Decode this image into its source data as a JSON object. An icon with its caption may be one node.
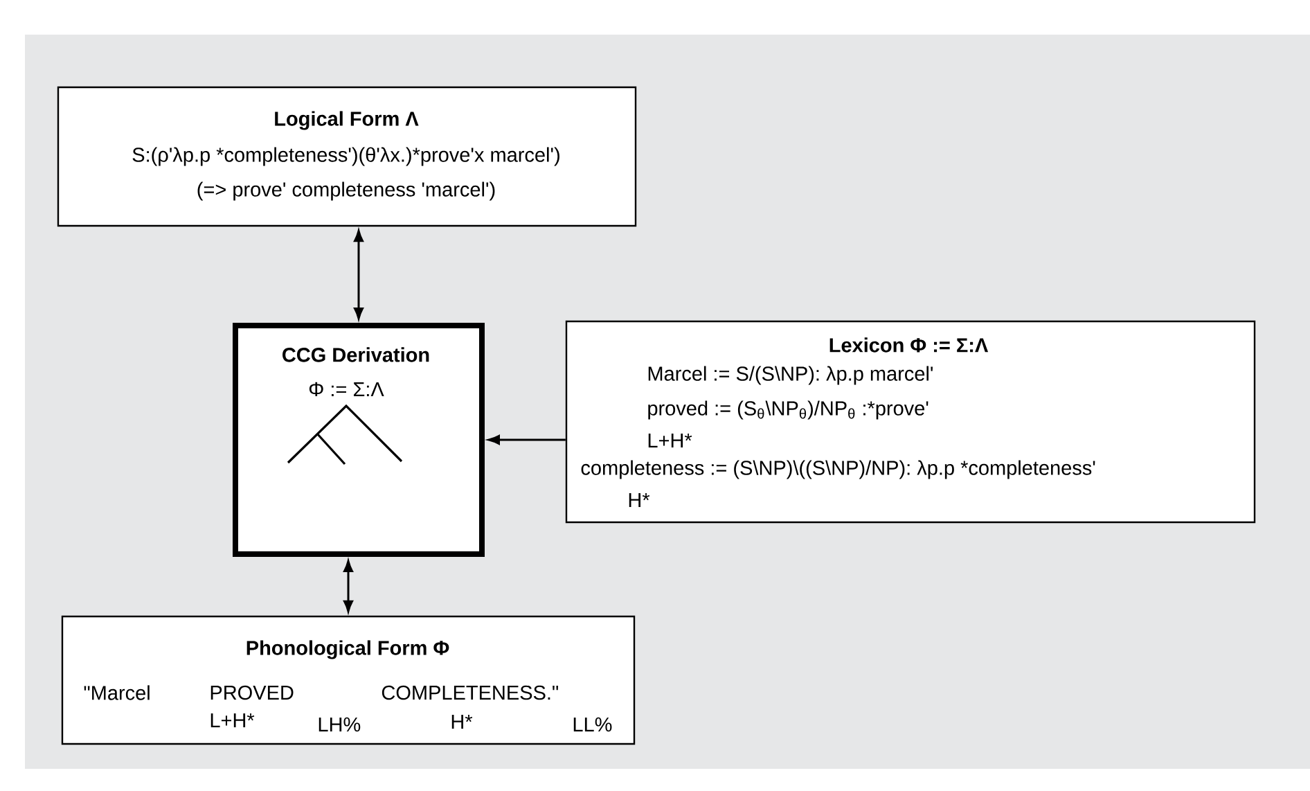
{
  "diagram": {
    "nodes": [
      {
        "text": [
          "Logical Form Λ",
          "S:(ρ'λp.p *completeness')(θ'λx.)*prove'x marcel')",
          "(=> prove' completeness 'marcel')"
        ]
      },
      {
        "text": [
          "CCG Derivation",
          "Φ := Σ:Λ"
        ]
      },
      {
        "text": [
          "Lexicon Φ := Σ:Λ",
          "Marcel := S/(S\\NP): λp.p marcel'",
          "proved := (S$_{θ}$\\NP$_{θ}$)/NP$_{θ}$ :*prove'",
          "L+H*",
          "completeness := (S\\NP)\\((S\\NP)/NP): λp.p *completeness'",
          "H*"
        ]
      },
      {
        "text": [
          "Phonological Form Φ",
          "\"Marcel",
          "PROVED",
          "COMPLETENESS.\"",
          "L+H*",
          "LH%",
          "H*",
          "LL%"
        ]
      }
    ],
    "edges": [
      {
        "from": 0,
        "to": 1,
        "arrow": "both"
      },
      {
        "from": 2,
        "to": 1,
        "arrow": "to"
      },
      {
        "from": 1,
        "to": 3,
        "arrow": "both"
      }
    ]
  }
}
